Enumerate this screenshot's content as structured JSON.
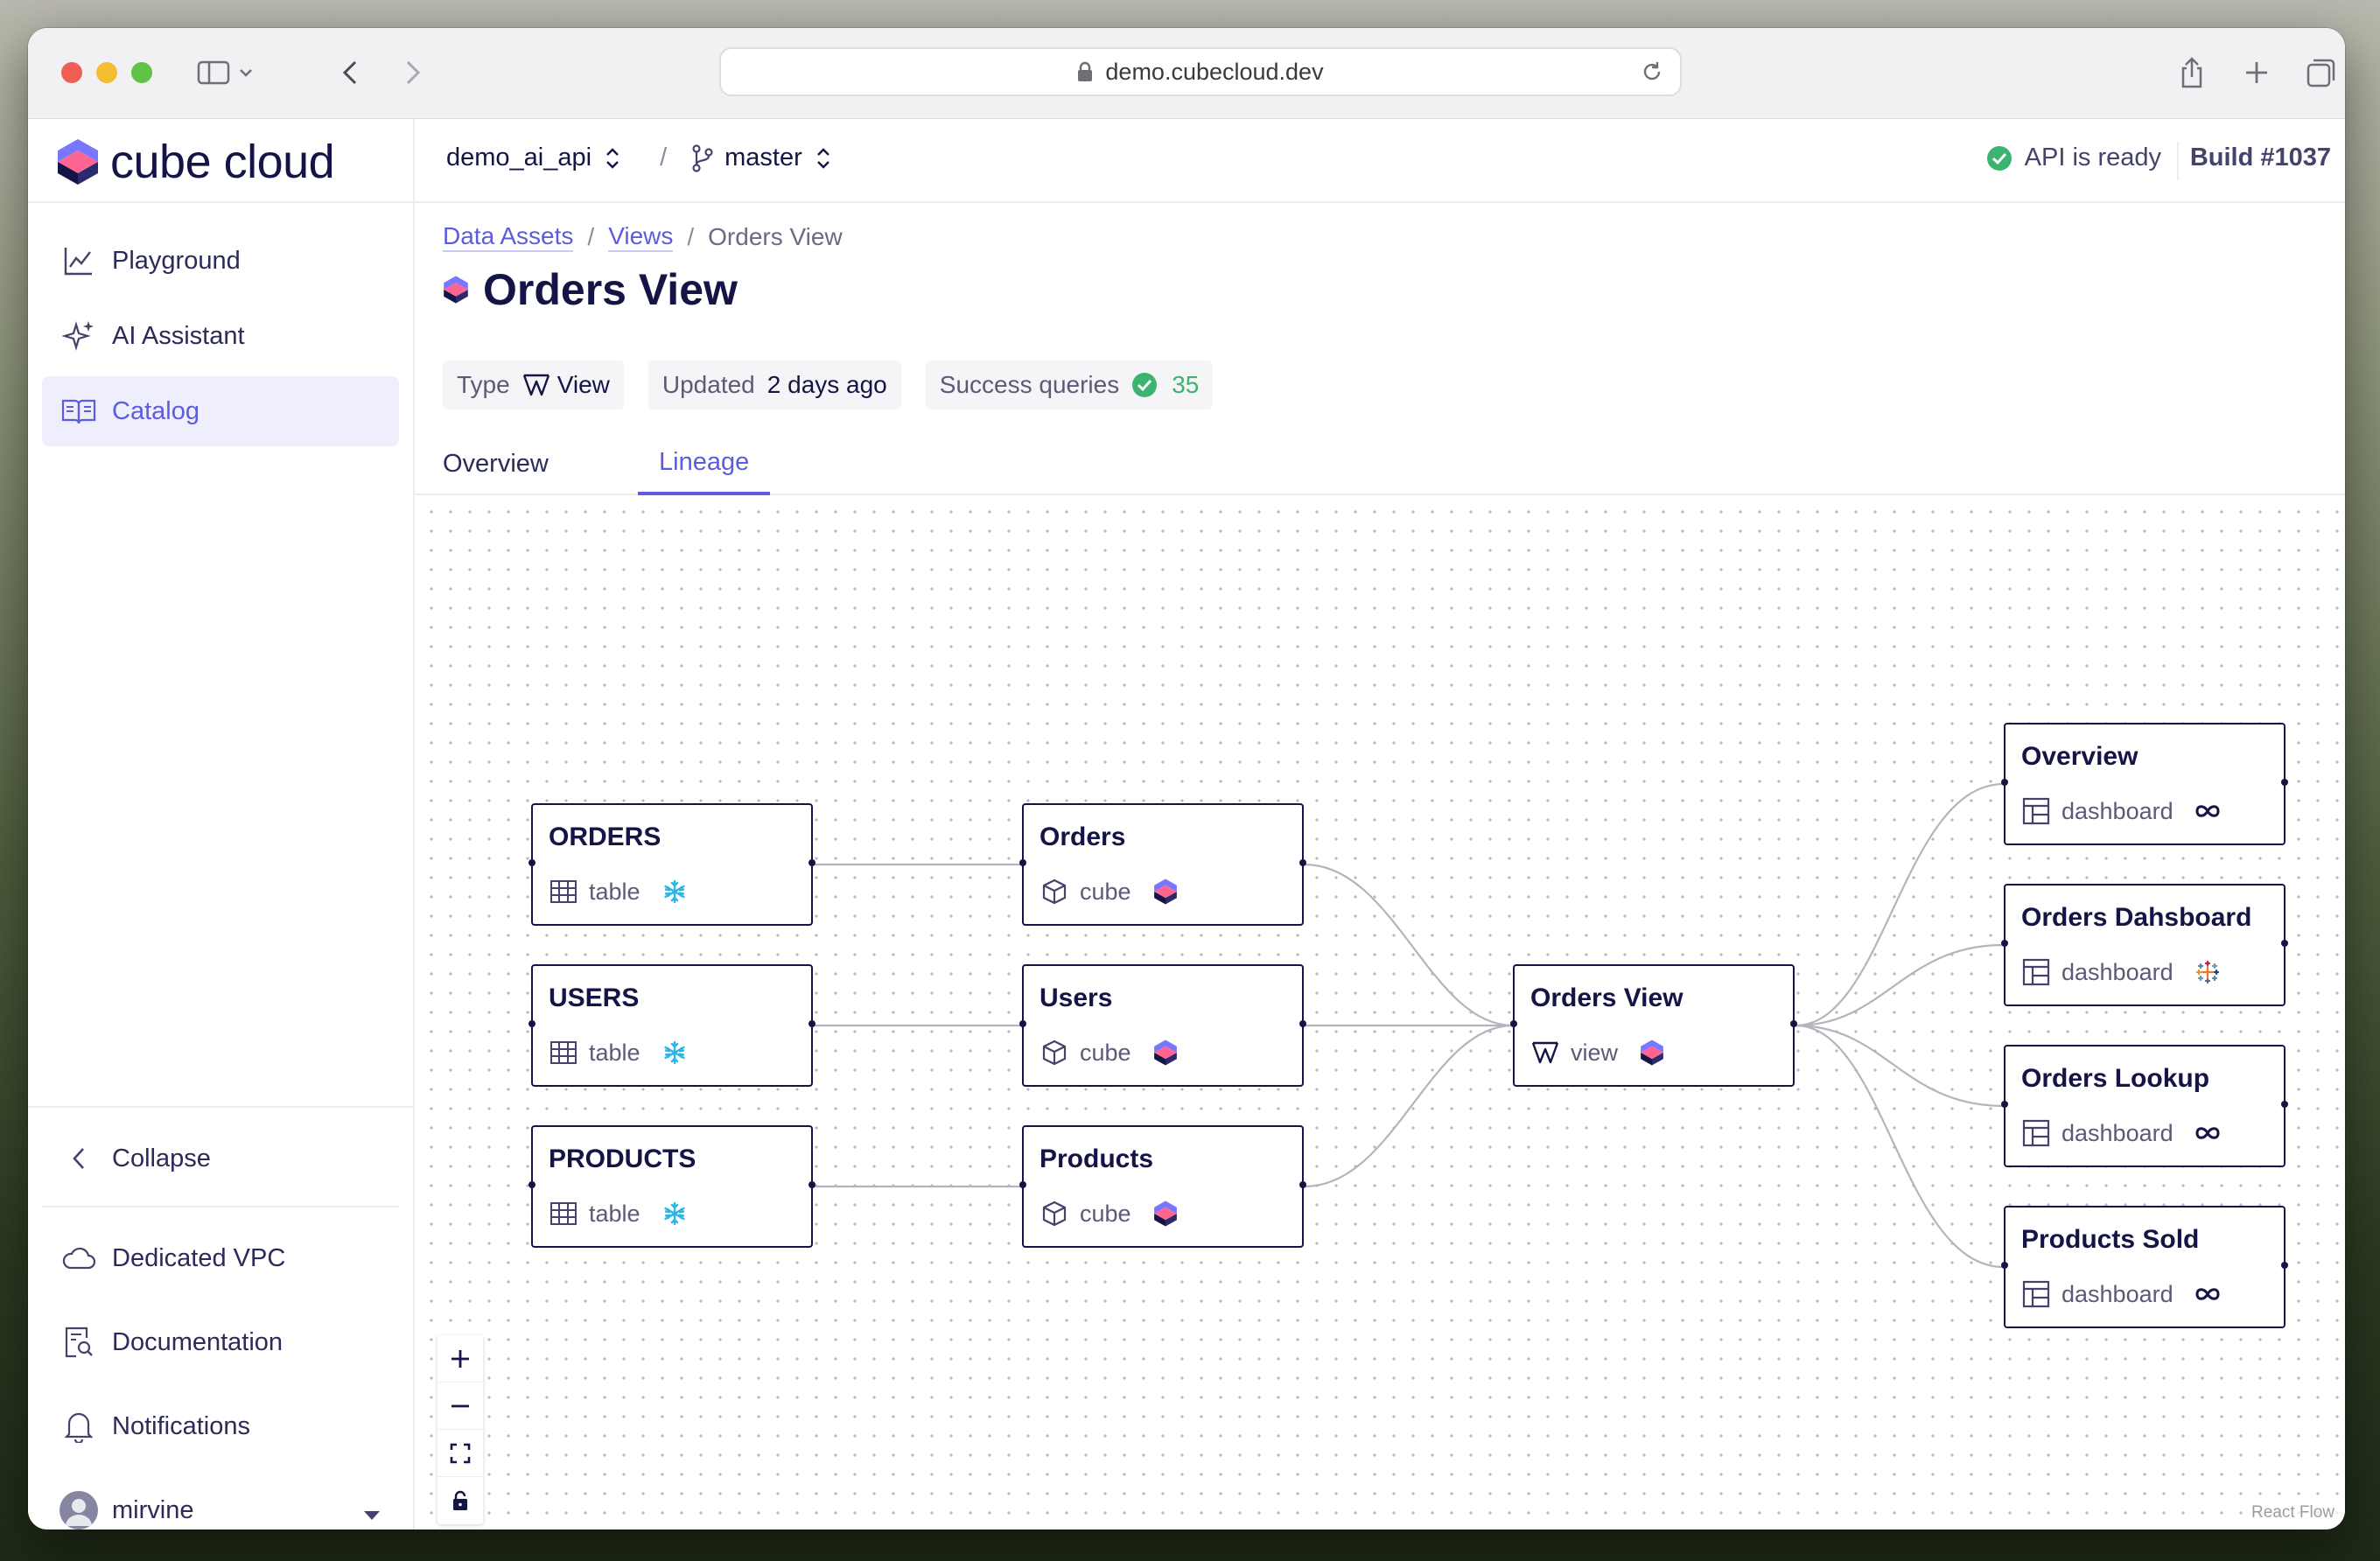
{
  "browser": {
    "url": "demo.cubecloud.dev"
  },
  "app": {
    "logo_text": "cube cloud",
    "deployment": "demo_ai_api",
    "branch": "master",
    "api_status": "API is ready",
    "build": "Build #1037"
  },
  "sidebar": {
    "items": [
      {
        "label": "Playground",
        "icon": "chart-line-icon"
      },
      {
        "label": "AI Assistant",
        "icon": "sparkles-icon"
      },
      {
        "label": "Catalog",
        "icon": "book-icon",
        "active": true
      }
    ],
    "collapse": "Collapse",
    "bottom_items": [
      {
        "label": "Dedicated VPC",
        "icon": "cloud-icon"
      },
      {
        "label": "Documentation",
        "icon": "document-search-icon"
      },
      {
        "label": "Notifications",
        "icon": "bell-icon"
      }
    ],
    "user": "mirvine"
  },
  "page": {
    "breadcrumb": [
      "Data Assets",
      "Views",
      "Orders View"
    ],
    "title": "Orders View",
    "meta": {
      "type_label": "Type",
      "type_value": "View",
      "updated_label": "Updated",
      "updated_value": "2 days ago",
      "success_label": "Success queries",
      "success_value": "35"
    },
    "tabs": [
      "Overview",
      "Lineage"
    ],
    "active_tab": "Lineage"
  },
  "lineage": {
    "tables": [
      {
        "name": "ORDERS",
        "kind": "table",
        "source_icon": "snowflake-icon"
      },
      {
        "name": "USERS",
        "kind": "table",
        "source_icon": "snowflake-icon"
      },
      {
        "name": "PRODUCTS",
        "kind": "table",
        "source_icon": "snowflake-icon"
      }
    ],
    "cubes": [
      {
        "name": "Orders",
        "kind": "cube",
        "source_icon": "cube-logo-icon"
      },
      {
        "name": "Users",
        "kind": "cube",
        "source_icon": "cube-logo-icon"
      },
      {
        "name": "Products",
        "kind": "cube",
        "source_icon": "cube-logo-icon"
      }
    ],
    "view": {
      "name": "Orders View",
      "kind": "view",
      "source_icon": "cube-logo-icon"
    },
    "dashboards": [
      {
        "name": "Overview",
        "kind": "dashboard",
        "source_icon": "infinity-icon"
      },
      {
        "name": "Orders Dahsboard",
        "kind": "dashboard",
        "source_icon": "tableau-icon"
      },
      {
        "name": "Orders Lookup",
        "kind": "dashboard",
        "source_icon": "infinity-icon"
      },
      {
        "name": "Products Sold",
        "kind": "dashboard",
        "source_icon": "infinity-icon"
      }
    ],
    "attribution": "React Flow"
  },
  "colors": {
    "accent": "#5c5ce0",
    "text_dark": "#141446",
    "success": "#3cb371"
  }
}
